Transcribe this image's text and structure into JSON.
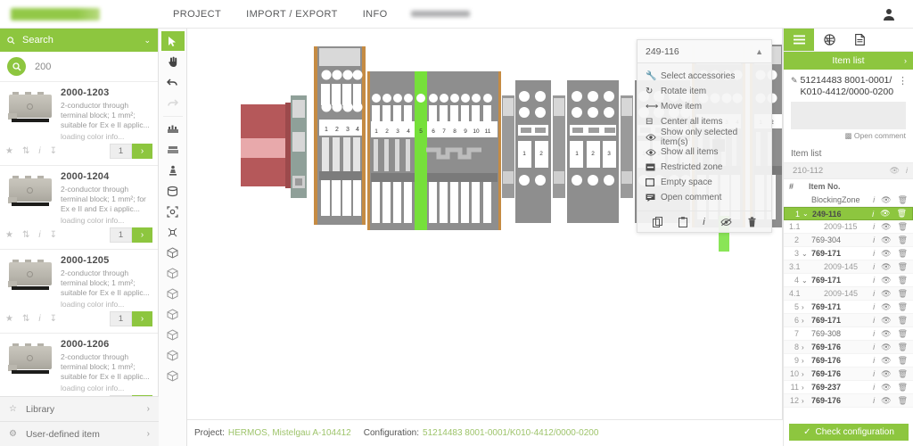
{
  "topbar": {
    "nav": [
      {
        "label": "PROJECT"
      },
      {
        "label": "IMPORT / EXPORT"
      },
      {
        "label": "INFO"
      }
    ],
    "user_icon": "user-icon",
    "logo_alt": "smartdesigner-logo"
  },
  "sidebar": {
    "search": {
      "header_label": "Search",
      "search_icon": "search-icon",
      "caret_icon": "chevron-down-icon",
      "value": "200",
      "button_icon": "search-icon"
    },
    "products": [
      {
        "code": "2000-1203",
        "desc": "2-conductor through terminal block; 1 mm²; suitable for Ex e II applic...",
        "loading": "loading color info...",
        "qty": "1",
        "go_label": "›",
        "icons": [
          "star-icon",
          "compare-icon",
          "info-icon",
          "download-icon"
        ]
      },
      {
        "code": "2000-1204",
        "desc": "2-conductor through terminal block; 1 mm²; for Ex e II and Ex i applic...",
        "loading": "loading color info...",
        "qty": "1",
        "go_label": "›",
        "icons": [
          "star-icon",
          "compare-icon",
          "info-icon",
          "download-icon"
        ]
      },
      {
        "code": "2000-1205",
        "desc": "2-conductor through terminal block; 1 mm²; suitable for Ex e II applic...",
        "loading": "loading color info...",
        "qty": "1",
        "go_label": "›",
        "icons": [
          "star-icon",
          "compare-icon",
          "info-icon",
          "download-icon"
        ]
      },
      {
        "code": "2000-1206",
        "desc": "2-conductor through terminal block; 1 mm²; suitable for Ex e II applic...",
        "loading": "loading color info...",
        "qty": "1",
        "go_label": "›",
        "icons": [
          "star-icon",
          "compare-icon",
          "info-icon",
          "download-icon"
        ]
      }
    ],
    "footer": [
      {
        "label": "Library",
        "icon": "star-icon",
        "chevron": "›"
      },
      {
        "label": "User-defined item",
        "icon": "gear-icon",
        "chevron": "›"
      }
    ]
  },
  "toolbar": {
    "tools": [
      {
        "name": "select-pointer-tool",
        "active": true
      },
      {
        "name": "pan-hand-tool",
        "active": false
      },
      {
        "name": "undo-tool",
        "active": false
      },
      {
        "name": "redo-tool",
        "active": false,
        "disabled": true
      },
      {
        "name": "din-rail-tool",
        "active": false
      },
      {
        "name": "end-stop-tool",
        "active": false
      },
      {
        "name": "marking-tool",
        "active": false
      },
      {
        "name": "cylinder-tool",
        "active": false
      },
      {
        "name": "select-frame-tool",
        "active": false
      },
      {
        "name": "group-tool",
        "active": false
      },
      {
        "name": "cube-tool-1",
        "active": false
      },
      {
        "name": "cube-tool-2",
        "active": false
      },
      {
        "name": "cube-tool-3",
        "active": false
      },
      {
        "name": "cube-tool-4",
        "active": false
      },
      {
        "name": "cube-tool-5",
        "active": false
      },
      {
        "name": "cube-tool-6",
        "active": false
      },
      {
        "name": "cube-tool-7",
        "active": false
      }
    ]
  },
  "context_menu": {
    "title": "249-116",
    "collapse_icon": "chevron-up-icon",
    "items": [
      {
        "label": "Select accessories",
        "icon": "wrench-icon"
      },
      {
        "label": "Rotate item",
        "icon": "rotate-icon"
      },
      {
        "label": "Move item",
        "icon": "move-horizontal-icon"
      },
      {
        "label": "Center all items",
        "icon": "center-icon"
      },
      {
        "label": "Show only selected item(s)",
        "icon": "eye-icon"
      },
      {
        "label": "Show all items",
        "icon": "eye-icon"
      },
      {
        "label": "Restricted zone",
        "icon": "restricted-zone-icon"
      },
      {
        "label": "Empty space",
        "icon": "square-icon"
      },
      {
        "label": "Open comment",
        "icon": "comment-icon"
      }
    ],
    "footer_icons": [
      {
        "name": "copy-icon"
      },
      {
        "name": "paste-icon"
      },
      {
        "name": "info-icon"
      },
      {
        "name": "hide-eye-icon"
      },
      {
        "name": "delete-trash-icon"
      }
    ]
  },
  "right_panel": {
    "tabs": [
      {
        "name": "item-list-tab",
        "icon": "list-icon",
        "active": true
      },
      {
        "name": "3d-view-tab",
        "icon": "globe-icon",
        "active": false
      },
      {
        "name": "document-tab",
        "icon": "document-icon",
        "active": false
      }
    ],
    "title": "Item list",
    "title_chevron": "›",
    "configuration_id": "51214483 8001-0001/K010-4412/0000-0200",
    "pin_icon": "pin-icon",
    "menu_dots": "⋮",
    "open_comment_label": "Open comment",
    "open_comment_icon": "comment-icon",
    "list_label": "Item list",
    "filter_value": "210-112",
    "filter_icons": [
      "eye-icon",
      "info-icon"
    ],
    "columns": [
      "#",
      "Item No."
    ],
    "rows": [
      {
        "num": "",
        "item": "BlockingZone",
        "expand": "",
        "bold": false,
        "selected": false,
        "sub": false
      },
      {
        "num": "1",
        "item": "249-116",
        "expand": "⌄",
        "bold": true,
        "selected": true,
        "sub": false
      },
      {
        "num": "1.1",
        "item": "2009-115",
        "expand": "",
        "bold": false,
        "selected": false,
        "sub": true
      },
      {
        "num": "2",
        "item": "769-304",
        "expand": "",
        "bold": false,
        "selected": false,
        "sub": false
      },
      {
        "num": "3",
        "item": "769-171",
        "expand": "⌄",
        "bold": true,
        "selected": false,
        "sub": false
      },
      {
        "num": "3.1",
        "item": "2009-145",
        "expand": "",
        "bold": false,
        "selected": false,
        "sub": true
      },
      {
        "num": "4",
        "item": "769-171",
        "expand": "⌄",
        "bold": true,
        "selected": false,
        "sub": false
      },
      {
        "num": "4.1",
        "item": "2009-145",
        "expand": "",
        "bold": false,
        "selected": false,
        "sub": true
      },
      {
        "num": "5",
        "item": "769-171",
        "expand": "›",
        "bold": true,
        "selected": false,
        "sub": false
      },
      {
        "num": "6",
        "item": "769-171",
        "expand": "›",
        "bold": true,
        "selected": false,
        "sub": false
      },
      {
        "num": "7",
        "item": "769-308",
        "expand": "",
        "bold": false,
        "selected": false,
        "sub": false
      },
      {
        "num": "8",
        "item": "769-176",
        "expand": "›",
        "bold": true,
        "selected": false,
        "sub": false
      },
      {
        "num": "9",
        "item": "769-176",
        "expand": "›",
        "bold": true,
        "selected": false,
        "sub": false
      },
      {
        "num": "10",
        "item": "769-176",
        "expand": "›",
        "bold": true,
        "selected": false,
        "sub": false
      },
      {
        "num": "11",
        "item": "769-237",
        "expand": "›",
        "bold": true,
        "selected": false,
        "sub": false
      },
      {
        "num": "12",
        "item": "769-176",
        "expand": "›",
        "bold": true,
        "selected": false,
        "sub": false
      }
    ],
    "row_action_icons": [
      "info-icon",
      "eye-icon",
      "delete-trash-icon"
    ],
    "check_button": "Check configuration",
    "check_button_icon": "✓"
  },
  "statusbar": {
    "project_label": "Project:",
    "project_value": "HERMOS, Mistelgau A-104412",
    "configuration_label": "Configuration:",
    "configuration_value": "51214483 8001-0001/K010-4412/0000-0200"
  },
  "colors": {
    "accent_green": "#8dc63f",
    "panel_grey": "#f7f7f7",
    "text_grey": "#58595b",
    "rail_orange": "#c58b43",
    "block_grey": "#8e8e8e",
    "selected_green": "#76e03a",
    "restricted_red": "#b5585a"
  }
}
